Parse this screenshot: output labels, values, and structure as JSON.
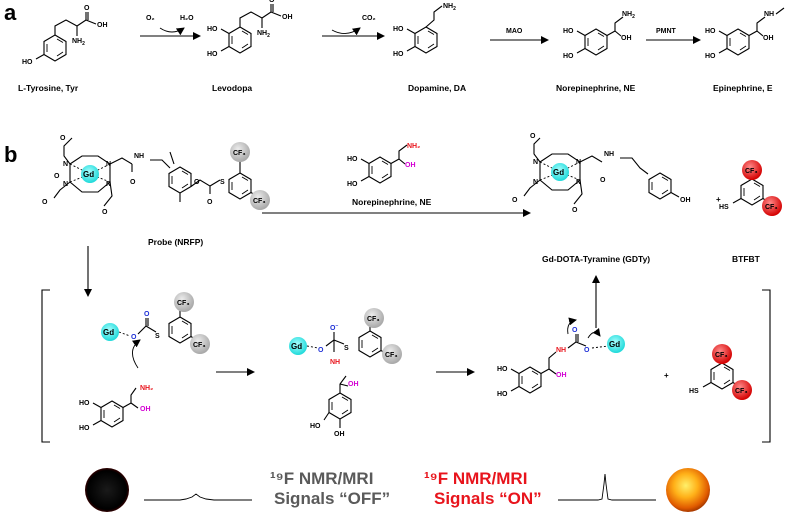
{
  "panels": {
    "a": "a",
    "b": "b"
  },
  "pathway": {
    "compounds": [
      {
        "id": "tyr",
        "name": "L-Tyrosine, Tyr"
      },
      {
        "id": "ldopa",
        "name": "Levodopa"
      },
      {
        "id": "da",
        "name": "Dopamine, DA"
      },
      {
        "id": "ne",
        "name": "Norepinephrine, NE"
      },
      {
        "id": "epi",
        "name": "Epinephrine, E"
      }
    ],
    "arrows": [
      {
        "top_left": "O₂",
        "top_right": "H₂O"
      },
      {
        "top_right": "CO₂"
      },
      {
        "top": "MAO"
      },
      {
        "top": "PMNT"
      }
    ]
  },
  "reaction": {
    "probe_name": "Probe (NRFP)",
    "reagent_name": "Norepinephrine, NE",
    "product_name": "Gd-DOTA-Tyramine (GDTy)",
    "byproduct_name": "BTFBT",
    "plus": "+"
  },
  "atoms": {
    "gd": "Gd",
    "cf3": "CF₃",
    "nh2": "NH₂",
    "nh": "NH",
    "oh": "OH",
    "ho": "HO",
    "hs": "HS",
    "s": "S",
    "o": "O",
    "n": "N",
    "ominus": "O⁻",
    "r_nh2": "NH₂",
    "r_oh": "OH"
  },
  "signals": {
    "off_line1": "¹⁹F NMR/MRI",
    "off_line2": "Signals “OFF”",
    "on_line1": "¹⁹F NMR/MRI",
    "on_line2": "Signals “ON”"
  },
  "colors": {
    "gd_cyan": "#19e6e6",
    "cf3_grey": "#c8c8c8",
    "cf3_red": "#e8141c",
    "nh_red": "#e8141c",
    "oh_magenta": "#d400d4",
    "carbonyl_blue": "#1d2fd6",
    "signal_off_gray": "#5a5a5a",
    "signal_on_red": "#e8141c",
    "dot_off": "#000000",
    "dot_on": "#f08a00"
  }
}
